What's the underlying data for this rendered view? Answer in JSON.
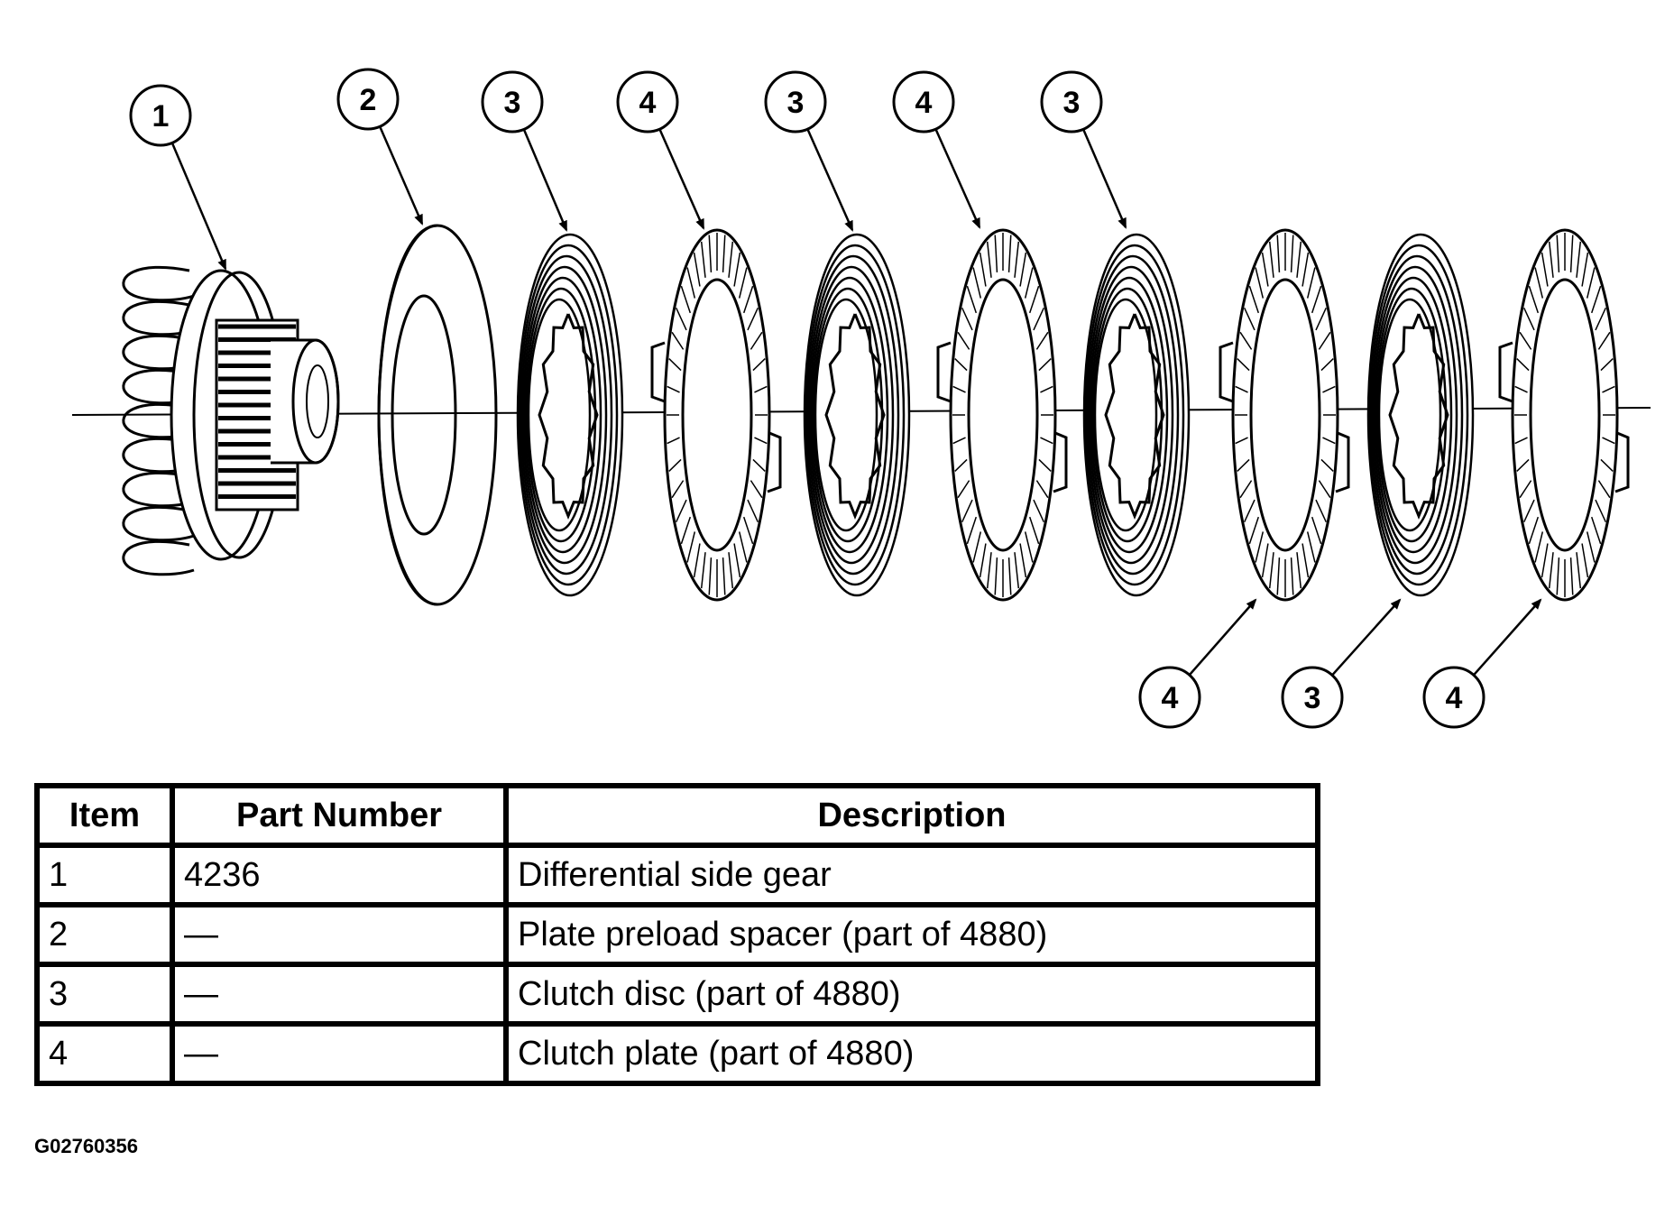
{
  "callouts": [
    {
      "label": "1",
      "kind": "gear"
    },
    {
      "label": "2",
      "kind": "spacer"
    },
    {
      "label": "3",
      "kind": "disc"
    },
    {
      "label": "4",
      "kind": "plate"
    },
    {
      "label": "3",
      "kind": "disc"
    },
    {
      "label": "4",
      "kind": "plate"
    },
    {
      "label": "3",
      "kind": "disc"
    },
    {
      "label": "4",
      "kind": "plate"
    },
    {
      "label": "3",
      "kind": "disc"
    },
    {
      "label": "4",
      "kind": "plate"
    }
  ],
  "table": {
    "headers": {
      "item": "Item",
      "part_number": "Part Number",
      "description": "Description"
    },
    "rows": [
      {
        "item": "1",
        "part_number": "4236",
        "description": "Differential side gear"
      },
      {
        "item": "2",
        "part_number": "—",
        "description": "Plate preload spacer (part of 4880)"
      },
      {
        "item": "3",
        "part_number": "—",
        "description": "Clutch disc (part of 4880)"
      },
      {
        "item": "4",
        "part_number": "—",
        "description": "Clutch plate (part of 4880)"
      }
    ]
  },
  "figure_id": "G02760356"
}
